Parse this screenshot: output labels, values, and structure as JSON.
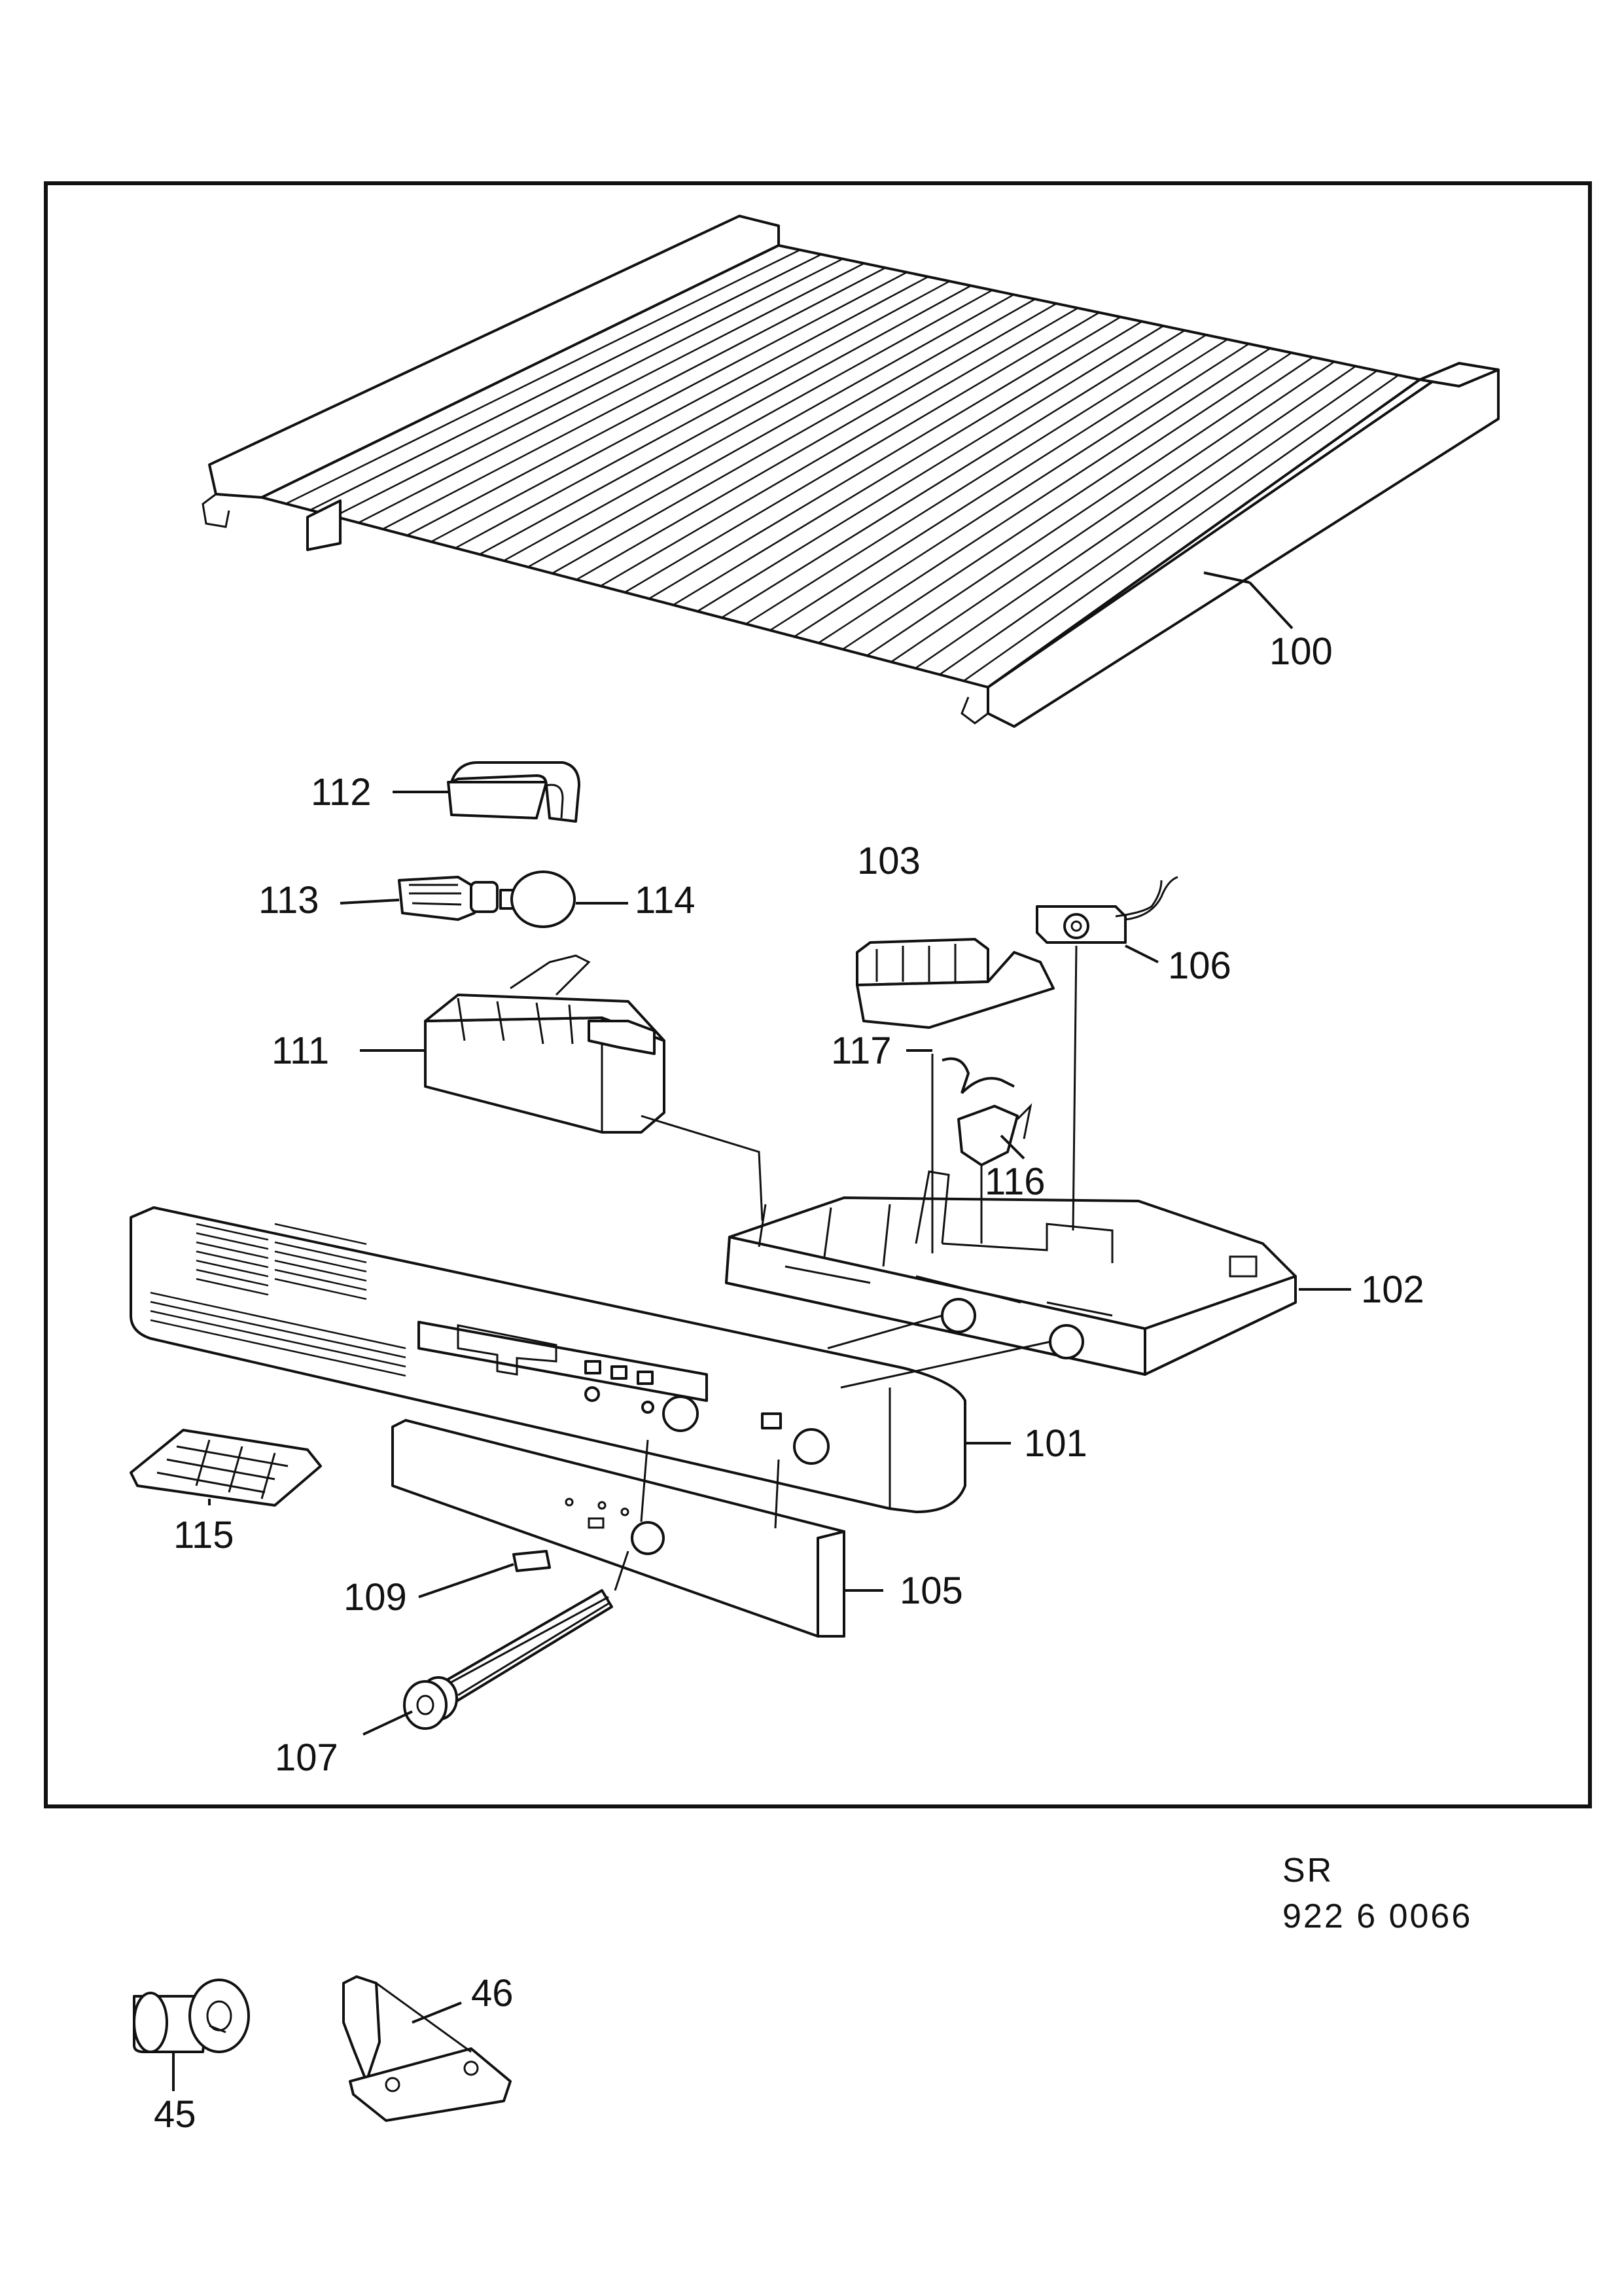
{
  "callouts": {
    "c100": "100",
    "c101": "101",
    "c102": "102",
    "c103": "103",
    "c105": "105",
    "c106": "106",
    "c107": "107",
    "c109": "109",
    "c111": "111",
    "c112": "112",
    "c113": "113",
    "c114": "114",
    "c115": "115",
    "c116": "116",
    "c117": "117",
    "c45": "45",
    "c46": "46"
  },
  "caption": {
    "line1": "SR",
    "line2": "922 6 0066"
  }
}
